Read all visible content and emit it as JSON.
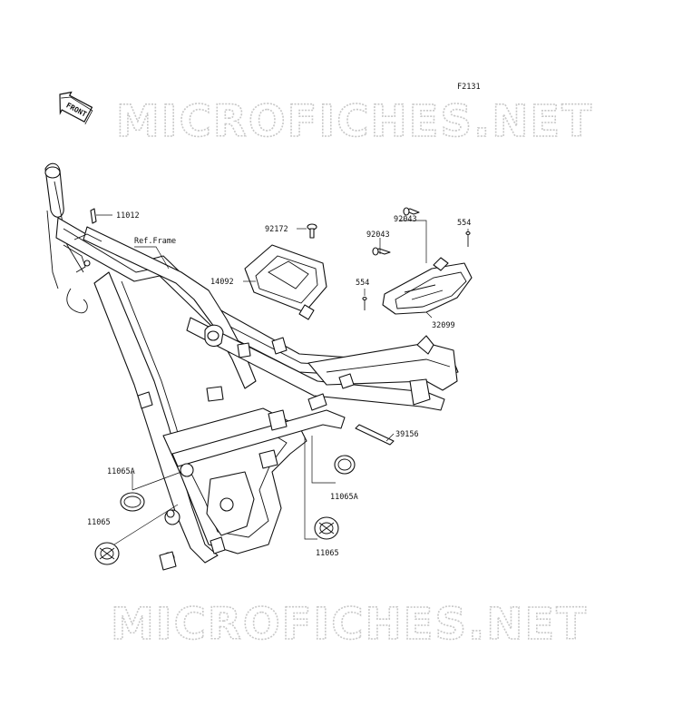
{
  "figure_code": "F2131",
  "front_label": "FRONT",
  "watermark": "MICROFICHES.NET",
  "ref_frame_label": "Ref.Frame",
  "callouts": {
    "p11012": "11012",
    "p92172": "92172",
    "p92043_top": "92043",
    "p92043_mid": "92043",
    "p554_top": "554",
    "p554_left": "554",
    "p14092": "14092",
    "p32099": "32099",
    "p39156": "39156",
    "p11065A_left": "11065A",
    "p11065_left": "11065",
    "p11065A_right": "11065A",
    "p11065_right": "11065"
  }
}
